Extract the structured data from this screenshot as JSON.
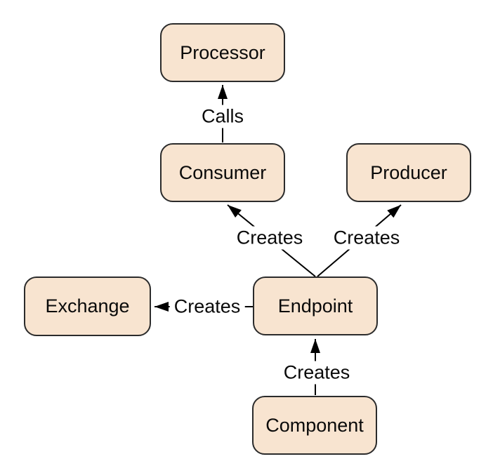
{
  "diagram": {
    "colors": {
      "node_fill": "#f8e4d0",
      "node_border": "#2b2b2b",
      "edge_line": "#000000",
      "background": "#ffffff",
      "text": "#0a0a0a"
    },
    "nodes": {
      "processor": {
        "label": "Processor"
      },
      "consumer": {
        "label": "Consumer"
      },
      "producer": {
        "label": "Producer"
      },
      "exchange": {
        "label": "Exchange"
      },
      "endpoint": {
        "label": "Endpoint"
      },
      "component": {
        "label": "Component"
      }
    },
    "edges": {
      "consumer_calls_processor": {
        "label": "Calls",
        "from": "Consumer",
        "to": "Processor"
      },
      "endpoint_creates_consumer": {
        "label": "Creates",
        "from": "Endpoint",
        "to": "Consumer"
      },
      "endpoint_creates_producer": {
        "label": "Creates",
        "from": "Endpoint",
        "to": "Producer"
      },
      "endpoint_creates_exchange": {
        "label": "Creates",
        "from": "Endpoint",
        "to": "Exchange"
      },
      "component_creates_endpoint": {
        "label": "Creates",
        "from": "Component",
        "to": "Endpoint"
      }
    }
  }
}
